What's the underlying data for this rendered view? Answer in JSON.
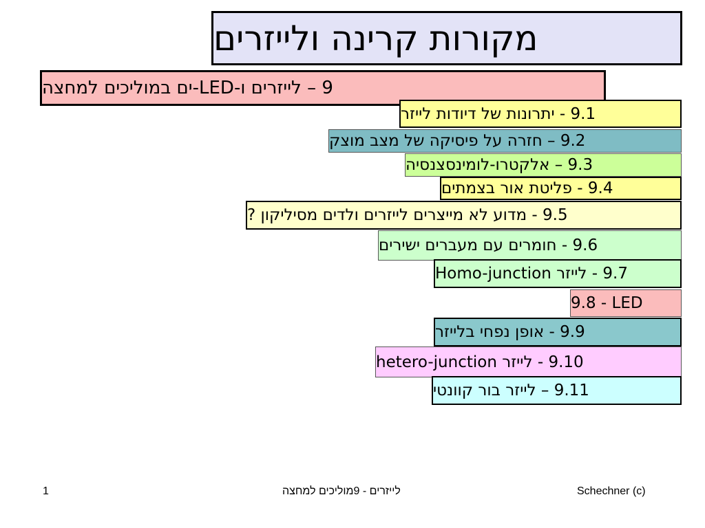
{
  "slide": {
    "title": "מקורות קרינה ולייזרים",
    "chapter": {
      "label": "9 – לייזרים ו-LED-ים במוליכים למחצה",
      "color": "#fbbcbc"
    },
    "items": [
      {
        "label": "9.1 - יתרונות של דיודות לייזר",
        "color": "#ffff99"
      },
      {
        "label": "9.2 – חזרה על פיסיקה של מצב מוצק",
        "color": "#7fbcc4"
      },
      {
        "label": "9.3 – אלקטרו-לומינסצנסיה",
        "color": "#ccff99"
      },
      {
        "label": "9.4 - פליטת אור בצמתים",
        "color": "#ffff99"
      },
      {
        "label": "9.5 - מדוע לא מייצרים לייזרים ולדים מסיליקון ?",
        "color": "#ffffcc"
      },
      {
        "label": "9.6 - חומרים עם  מעברים ישירים",
        "color": "#ccffcc"
      },
      {
        "label": "9.7 - לייזר Homo-junction",
        "color": "#ccffcc"
      },
      {
        "label": "9.8 - LED",
        "color": "#fbbcbc"
      },
      {
        "label": "9.9 - אופן  נפחי בלייזר",
        "color": "#8ac8cc"
      },
      {
        "label": "9.10 - לייזר hetero-junction",
        "color": "#ffccff"
      },
      {
        "label": "9.11 – לייזר בור קוונטי",
        "color": "#ccffff"
      }
    ]
  },
  "footer": {
    "page_number": "1",
    "center_text": "לייזרים  - 9מוליכים למחצה",
    "copyright": "Schechner (c)"
  }
}
